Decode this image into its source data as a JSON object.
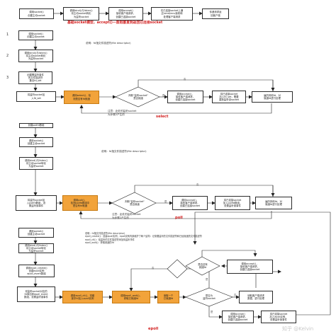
{
  "basic": {
    "step1": "调用socket()\n创建主动socket",
    "step2": "调用bind()与listen()\n将主动socket转化\n为监听socket",
    "step3": "调用accept()\n接收客户端请求，\n创建已连接socket",
    "step4": "在已连接socket上通\n过send/recv接收和\n处理客户端请求",
    "step5": "传递请求返\n回客户端",
    "caption": "基础socket模型，accept()一直阻塞直到返回已连接socket"
  },
  "select": {
    "n1": "1",
    "n2": "2",
    "n3": "3",
    "step1": "调用socket()\n创建主动socket",
    "step2": "调用bind()与listen()\n将主动socket转化\n为监听socket",
    "step3": "创建需监听事件\n的文件描述符\n集合fd_set",
    "step4": "将监听socket加\n入fd_set",
    "note": "说明：fd指文件描述符(file descriptor)",
    "call": "调用select()，检\n测是否有fd就绪",
    "decision": "判断\"监听socket\"\n是否就绪",
    "yes": "是",
    "no": "否",
    "accept": "调用accept()，\n接收客户端请求，\n创建已连接socket",
    "addset": "将已连接socket\n加入fd_set，需要\n重新监听该socket",
    "traverse": "遍历其他fd，对\n就绪fd进行处理",
    "remark": "注意：此处的监听socket\n为步骤2产生的",
    "label": "select"
  },
  "poll": {
    "step1": "创建pollfd数组",
    "step2": "调用socket()\n创建主动socket",
    "step3": "调用bind()与listen()\n将主动socket转化\n为监听socket",
    "note": "说明：fd指文件描述符(file descriptor)",
    "step4": "将监听socket加\n入pollfd数组，设\n置监听读事件",
    "call": "调用poll()，\n检测pollfd数组中\n是否有fd就绪",
    "decision": "判断\"监听socket\"\n是否就绪",
    "yes": "是",
    "no": "否",
    "accept": "调用accept()，\n接收客户端请求，\n创建已连接socket",
    "addset": "将已连接socket\n加入pollfd数组，\n设置监听读事件",
    "traverse": "遍历其他fd，对\n就绪fd进行处理",
    "remark": "注意：此处的监听socket\n为步骤2产生的",
    "label": "poll"
  },
  "epoll": {
    "step1": "调用socket()\n创建主动socket",
    "step2": "调用bind()与listen()\n将主动socket转化\n为监听socket",
    "note": "说明：fd指文件描述符(file descriptor)\nepoll_create()：创建epoll实例，epoll实例内部维护了两个结构：记录要监听的文件描述符和已经就绪的文件描述符\nepoll_ctl()：给监听的文件描述符添加待监听事件\nepoll_wait()：获取就绪的fd",
    "step3": "调用epoll_create()\n创建epoll实例\nepoll_event数组",
    "step4": "将监听socket对应的\nfd添加到epoll_event\n数组，设置监听读事件",
    "ctl": "调用epoll_ctl()，将套\n接字fd加入epoll实例",
    "wait": "调用epoll_wait()，\n获取已就绪fd",
    "read": "读取一个\n已就绪fd",
    "d1": "是否为\n监听socket",
    "d2": "是否还有\n就绪fd",
    "yes": "是",
    "no": "否",
    "accept_top": "调用accept()，\n接收客户端请求，\n创建已连接socket",
    "handle": "读取客户端请求\n数据，进行处理",
    "accept_bot": "调用accept()\n接收客户端请求，\n创建已连接socket",
    "addset": "将已连接socket\n加入epoll实例，\n设置监听读事件",
    "label": "epoll"
  },
  "watermark": "知乎 @Kelvin"
}
